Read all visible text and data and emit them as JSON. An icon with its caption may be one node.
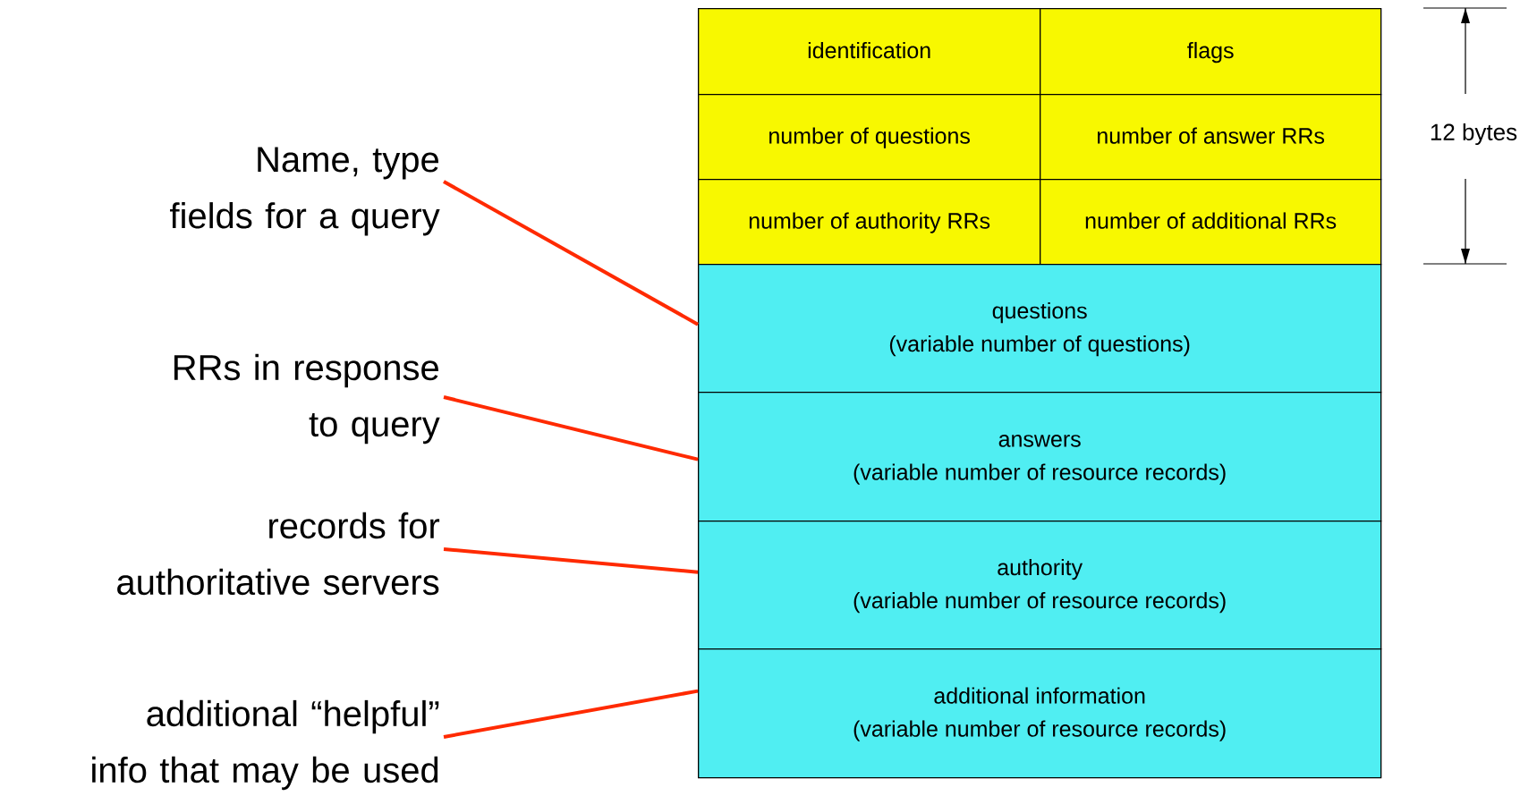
{
  "diagram": {
    "nodes": [
      {
        "text": [
          "identification"
        ]
      },
      {
        "text": [
          "flags"
        ]
      },
      {
        "text": [
          "number of questions"
        ]
      },
      {
        "text": [
          "number of answer RRs"
        ]
      },
      {
        "text": [
          "number of authority RRs"
        ]
      },
      {
        "text": [
          "number of additional RRs"
        ]
      },
      {
        "text": [
          "questions",
          "(variable number of questions)"
        ]
      },
      {
        "text": [
          "answers",
          "(variable number of resource records)"
        ]
      },
      {
        "text": [
          "authority",
          "(variable number of resource records)"
        ]
      },
      {
        "text": [
          "additional information",
          "(variable number of resource records)"
        ]
      },
      {
        "text": [
          "Name, type fields for a query"
        ]
      },
      {
        "text": [
          "RRs in response to query"
        ]
      },
      {
        "text": [
          "records for authoritative servers"
        ]
      },
      {
        "text": [
          "additional “helpful” info that may be used"
        ]
      }
    ],
    "edges": [
      {
        "from": 10,
        "to": 6,
        "arrow": "none"
      },
      {
        "from": 11,
        "to": 7,
        "arrow": "none"
      },
      {
        "from": 12,
        "to": 8,
        "arrow": "none"
      },
      {
        "from": 13,
        "to": 9,
        "arrow": "none"
      }
    ],
    "labels": [
      "12 bytes"
    ]
  }
}
